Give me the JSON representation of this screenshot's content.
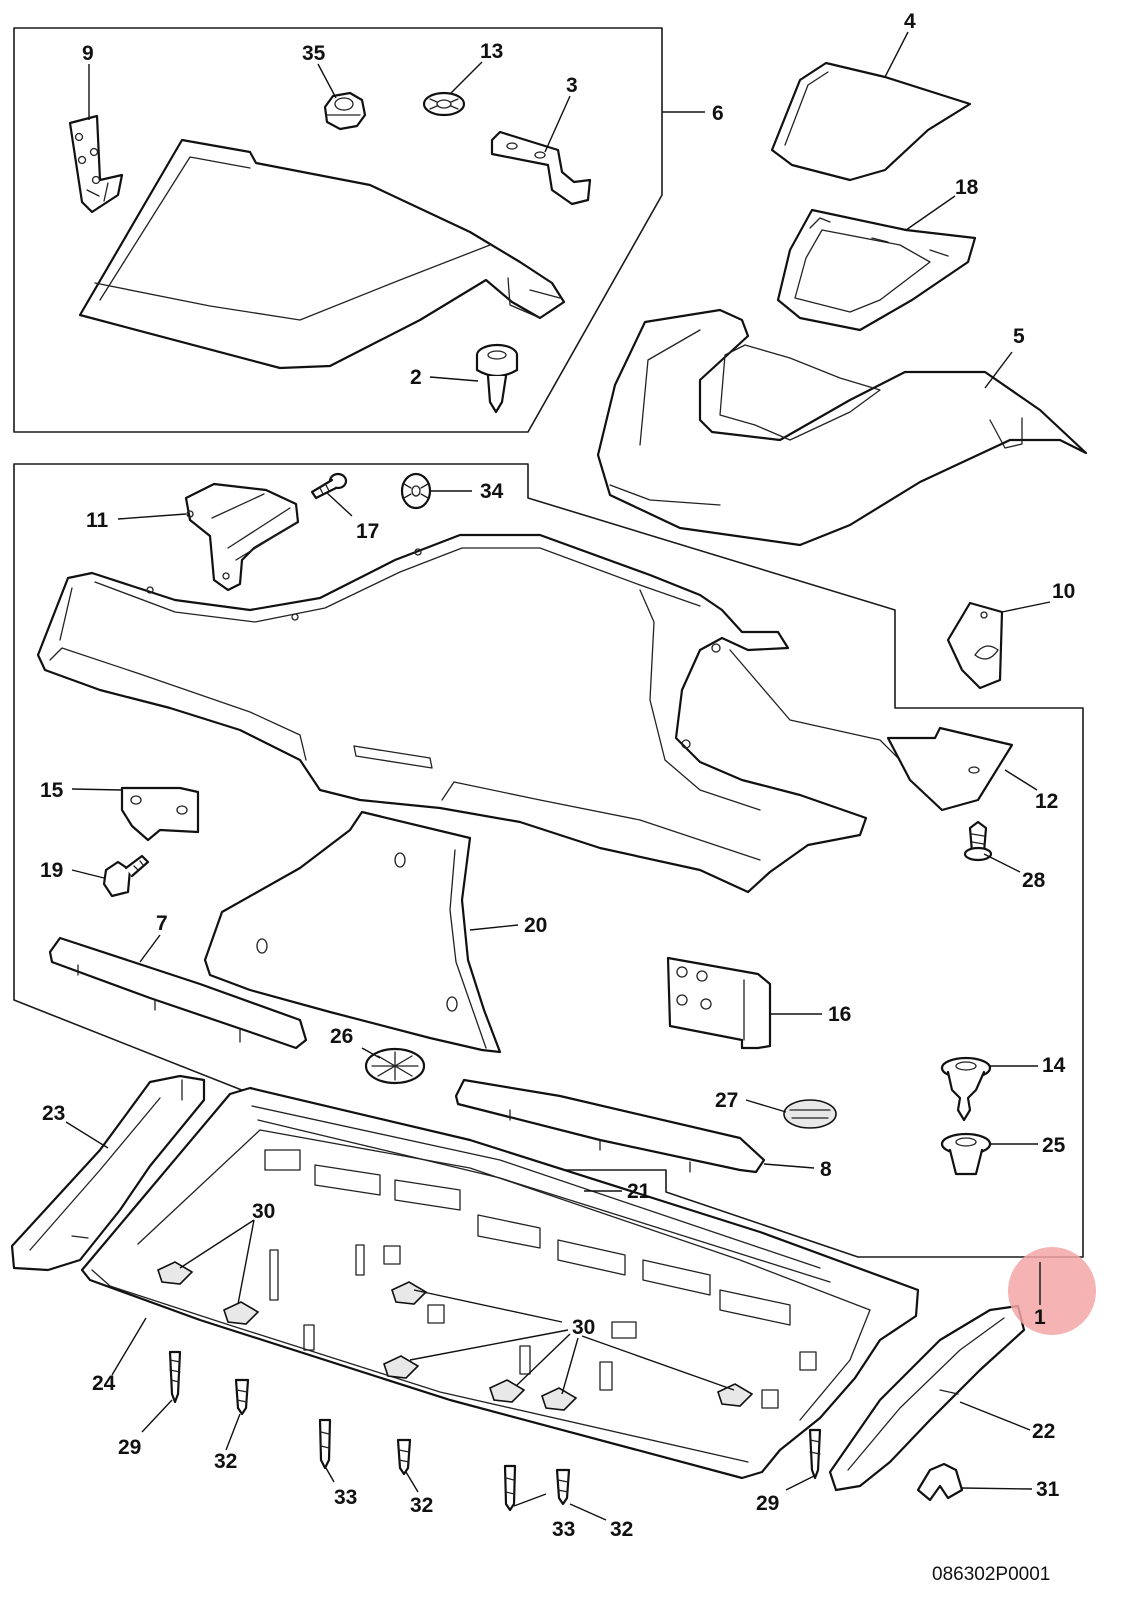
{
  "diagram": {
    "reference_code": "086302P0001",
    "highlight_color": "#f4a6a6",
    "callouts": {
      "c1": "1",
      "c2": "2",
      "c3": "3",
      "c4": "4",
      "c5": "5",
      "c6": "6",
      "c7": "7",
      "c8": "8",
      "c9": "9",
      "c10": "10",
      "c11": "11",
      "c12": "12",
      "c13": "13",
      "c14": "14",
      "c15": "15",
      "c16": "16",
      "c17": "17",
      "c18": "18",
      "c19": "19",
      "c20": "20",
      "c21": "21",
      "c22": "22",
      "c23": "23",
      "c24": "24",
      "c25": "25",
      "c26": "26",
      "c27": "27",
      "c28": "28",
      "c29a": "29",
      "c29b": "29",
      "c30a": "30",
      "c30b": "30",
      "c31": "31",
      "c32a": "32",
      "c32b": "32",
      "c32c": "32",
      "c33a": "33",
      "c33b": "33",
      "c34": "34",
      "c35": "35"
    }
  }
}
